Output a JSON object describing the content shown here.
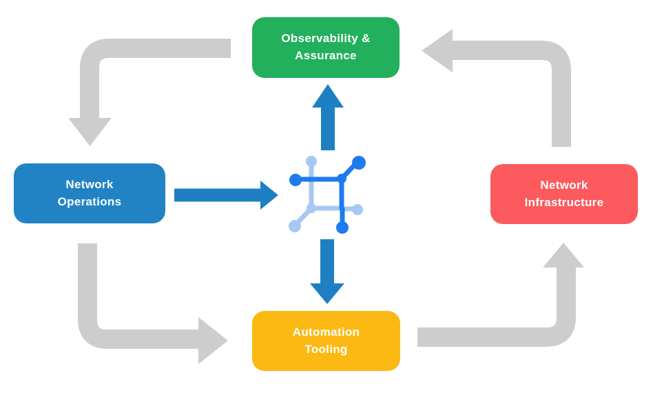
{
  "diagram": {
    "nodes": [
      {
        "id": "observability-assurance",
        "line1": "Observability &",
        "line2": "Assurance",
        "color": "#22b05c"
      },
      {
        "id": "network-operations",
        "line1": "Network",
        "line2": "Operations",
        "color": "#2183c4"
      },
      {
        "id": "network-infrastructure",
        "line1": "Network",
        "line2": "Infrastructure",
        "color": "#fc5a5e"
      },
      {
        "id": "automation-tooling",
        "line1": "Automation",
        "line2": "Tooling",
        "color": "#fcb813"
      }
    ],
    "center_icon": "network-automation-icon",
    "flow": {
      "outer_cycle": [
        "Observability & Assurance -> Network Operations",
        "Network Operations -> Automation Tooling",
        "Automation Tooling -> Network Infrastructure",
        "Network Infrastructure -> Observability & Assurance"
      ],
      "center_links": [
        "Network Operations -> center icon",
        "center icon -> Observability & Assurance",
        "center icon -> Automation Tooling"
      ]
    },
    "colors": {
      "arrow_gray": "#cdcdcd",
      "arrow_blue": "#1e80c3",
      "icon_blue_dark": "#1d7bef",
      "icon_blue_light": "#a6c8f3",
      "label_text": "#ffffff",
      "background": "#ffffff"
    }
  }
}
